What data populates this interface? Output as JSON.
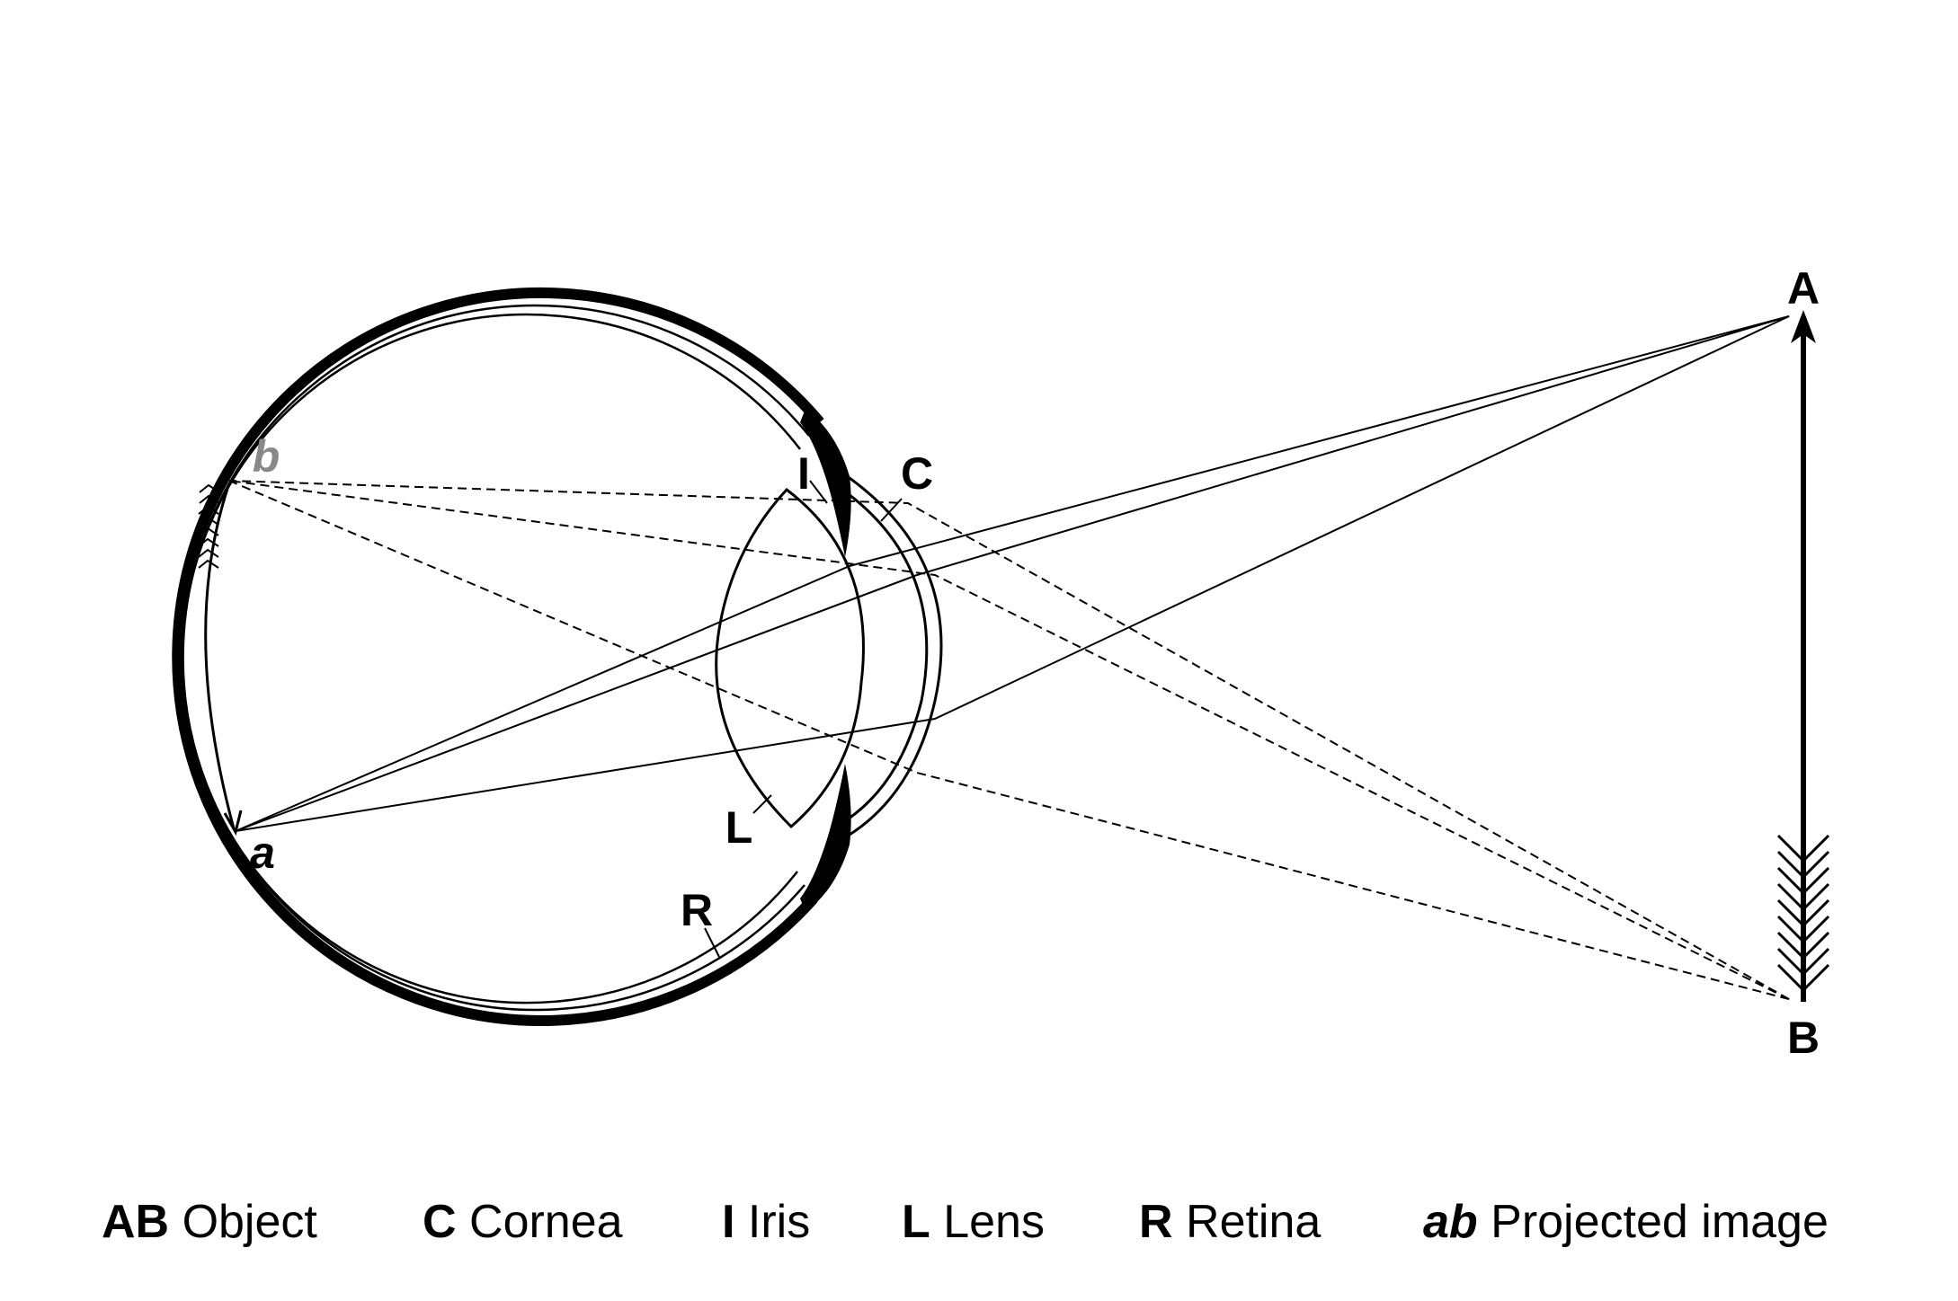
{
  "labels": {
    "A": "A",
    "B": "B",
    "a": "a",
    "b": "b",
    "C": "C",
    "I": "I",
    "L": "L",
    "R": "R"
  },
  "legend": [
    {
      "key": "AB",
      "text": "Object",
      "italic": false
    },
    {
      "key": "C",
      "text": "Cornea",
      "italic": false
    },
    {
      "key": "I",
      "text": "Iris",
      "italic": false
    },
    {
      "key": "L",
      "text": "Lens",
      "italic": false
    },
    {
      "key": "R",
      "text": "Retina",
      "italic": false
    },
    {
      "key": "ab",
      "text": "Projected image",
      "italic": true
    }
  ]
}
